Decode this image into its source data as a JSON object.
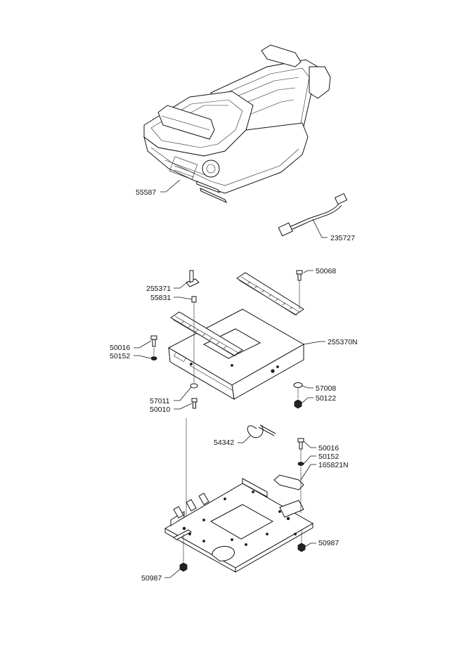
{
  "parts": {
    "seat": "55587",
    "harness": "235727",
    "bolt_top_right": "50068",
    "bracket": "255371",
    "screw_small": "55831",
    "rail_frame": "255370N",
    "screw_left": "50016",
    "washer_left": "50152",
    "washer_lower_left": "57011",
    "bolt_lower_left": "50010",
    "washer_right": "57008",
    "nut_right": "50122",
    "cable_tie": "54342",
    "screw_plate": "50016",
    "washer_plate": "50152",
    "plate_bracket": "165821N",
    "nut_plate_right": "50987",
    "nut_plate_left": "50987"
  }
}
